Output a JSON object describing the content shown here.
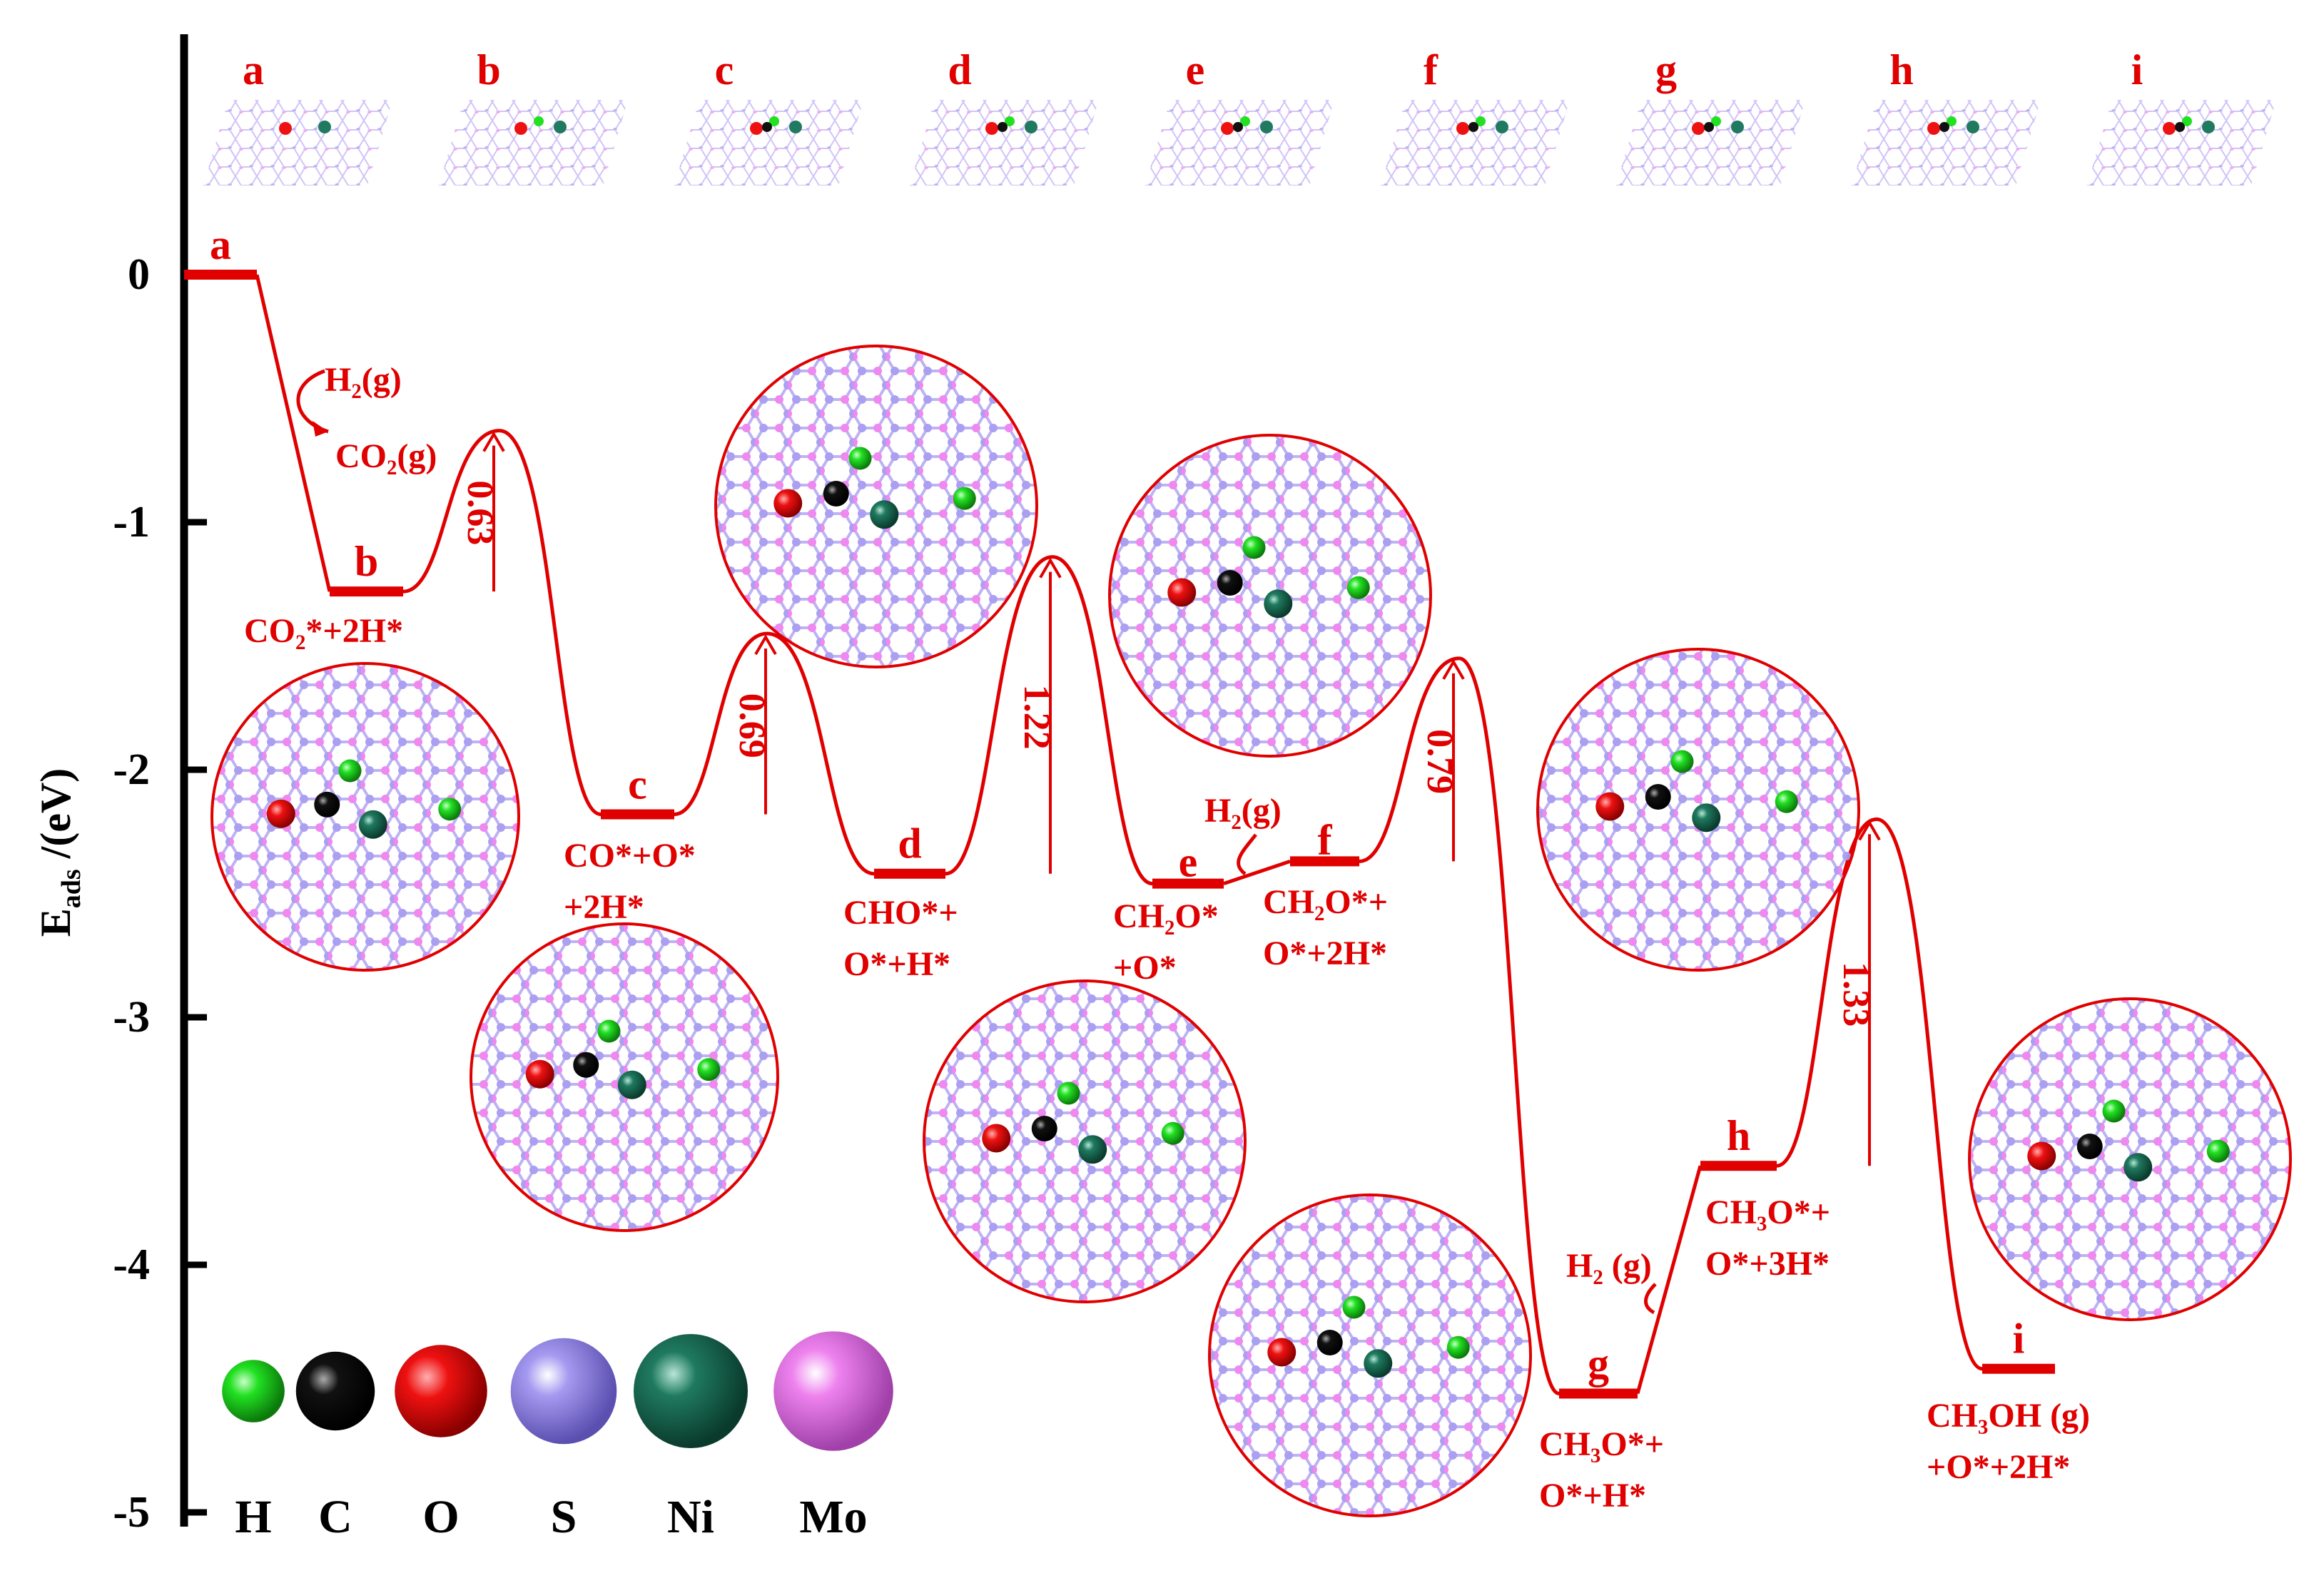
{
  "axis": {
    "ylabel": "E",
    "ylabel_sub": "ads",
    "ylabel_suffix": " /(eV)",
    "ticks": [
      "0",
      "-1",
      "-2",
      "-3",
      "-4",
      "-5"
    ]
  },
  "chart_data": {
    "type": "line",
    "ylim": [
      -5,
      0.9
    ],
    "states": [
      {
        "id": "a",
        "energy": 0.0,
        "label_lines": []
      },
      {
        "id": "b",
        "energy": -1.28,
        "label_lines": [
          "CO₂*+2H*"
        ]
      },
      {
        "id": "c",
        "energy": -2.18,
        "label_lines": [
          "CO*+O*",
          "+2H*"
        ]
      },
      {
        "id": "d",
        "energy": -2.42,
        "label_lines": [
          "CHO*+",
          "O*+H*"
        ]
      },
      {
        "id": "e",
        "energy": -2.46,
        "label_lines": [
          "CH₂O*",
          "+O*"
        ]
      },
      {
        "id": "f",
        "energy": -2.37,
        "label_lines": [
          "CH₂O*+",
          "O*+2H*"
        ]
      },
      {
        "id": "g",
        "energy": -4.52,
        "label_lines": [
          "CH₃O*+",
          "O*+H*"
        ]
      },
      {
        "id": "h",
        "energy": -3.6,
        "label_lines": [
          "CH₃O*+",
          "O*+3H*"
        ]
      },
      {
        "id": "i",
        "energy": -4.42,
        "label_lines": [
          "CH₃OH (g)",
          "+O*+2H*"
        ]
      }
    ],
    "barriers": [
      {
        "from": "b",
        "to": "c",
        "ts_energy": -0.63,
        "value": "0.63"
      },
      {
        "from": "c",
        "to": "d",
        "ts_energy": -1.45,
        "value": "0.69"
      },
      {
        "from": "d",
        "to": "e",
        "ts_energy": -1.14,
        "value": "1.22"
      },
      {
        "from": "f",
        "to": "g",
        "ts_energy": -1.55,
        "value": "0.79"
      },
      {
        "from": "h",
        "to": "i",
        "ts_energy": -2.2,
        "value": "1.33"
      }
    ],
    "annotations": {
      "h2_first": "H₂(g)",
      "co2_first": "CO₂(g)",
      "h2_ef": "H₂(g)",
      "h2_gh": "H₂ (g)"
    }
  },
  "structure_letters": [
    "a",
    "b",
    "c",
    "d",
    "e",
    "f",
    "g",
    "h",
    "i"
  ],
  "legend": [
    {
      "symbol": "H",
      "color": "#22e022"
    },
    {
      "symbol": "C",
      "color": "#111111"
    },
    {
      "symbol": "O",
      "color": "#ee1111"
    },
    {
      "symbol": "S",
      "color": "#9d8ee8"
    },
    {
      "symbol": "Ni",
      "color": "#1f7a5f"
    },
    {
      "symbol": "Mo",
      "color": "#ee82ee"
    }
  ],
  "colors": {
    "path": "#e00000",
    "axis": "#000000"
  }
}
